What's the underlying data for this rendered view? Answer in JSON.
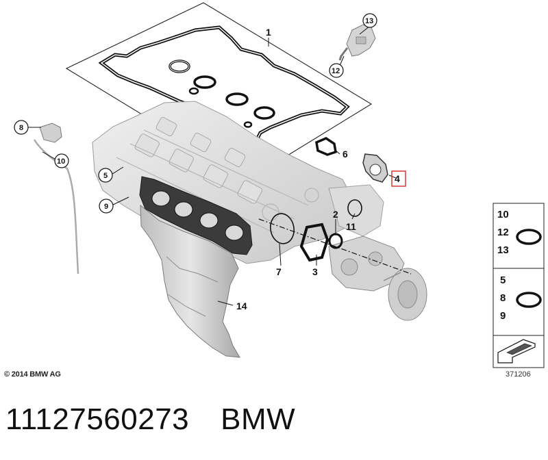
{
  "callouts": {
    "c1": "1",
    "c2": "2",
    "c3": "3",
    "c4": "4",
    "c5": "5",
    "c6": "6",
    "c7": "7",
    "c8": "8",
    "c9": "9",
    "c10": "10",
    "c11": "11",
    "c12": "12",
    "c13": "13",
    "c14": "14"
  },
  "legend": {
    "group1": [
      "10",
      "12",
      "13"
    ],
    "group2": [
      "5",
      "8",
      "9"
    ]
  },
  "copyright": "© 2014 BMW AG",
  "diagram_code": "371206",
  "part_number": "11127560273",
  "brand": "BMW",
  "colors": {
    "highlight_box": "#d43a3a",
    "line": "#111111",
    "part_fill": "#d9d9d9"
  }
}
